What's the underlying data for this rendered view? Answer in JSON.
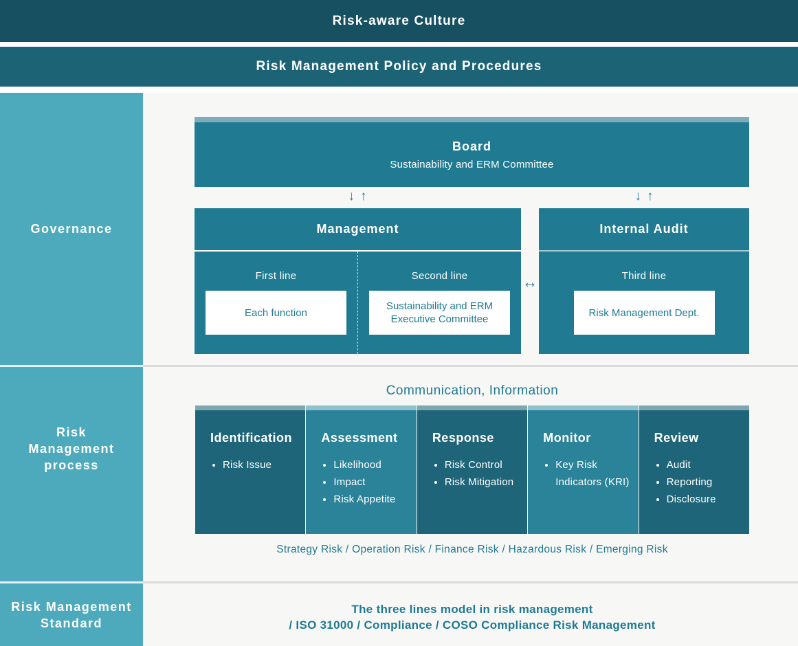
{
  "banners": {
    "culture": "Risk-aware Culture",
    "policy": "Risk Management Policy and Procedures"
  },
  "sidebar": {
    "governance": {
      "label": "Governance"
    },
    "process": {
      "lines": [
        "Risk",
        "Management",
        "process"
      ]
    },
    "standard": {
      "lines": [
        "Risk Management",
        "Standard"
      ]
    }
  },
  "icons": {
    "arrow_down": "↓",
    "arrow_up": "↑",
    "arrow_left_right": "↔"
  },
  "governance": {
    "board": {
      "title": "Board",
      "subtitle": "Sustainability and ERM Committee"
    },
    "management": {
      "title": "Management",
      "first_line": {
        "label": "First line",
        "box": "Each function"
      },
      "second_line": {
        "label": "Second line",
        "box": "Sustainability and ERM Executive Committee"
      }
    },
    "internal_audit": {
      "title": "Internal Audit",
      "third_line": {
        "label": "Third line",
        "box": "Risk Management Dept."
      }
    }
  },
  "process": {
    "heading": "Communication, Information",
    "columns": [
      {
        "title": "Identification",
        "tone": "dark",
        "items": [
          "Risk Issue"
        ]
      },
      {
        "title": "Assessment",
        "tone": "light",
        "items": [
          "Likelihood",
          "Impact",
          "Risk Appetite"
        ]
      },
      {
        "title": "Response",
        "tone": "dark",
        "items": [
          "Risk Control",
          "Risk Mitigation"
        ]
      },
      {
        "title": "Monitor",
        "tone": "light",
        "items": [
          "Key Risk Indicators (KRI)"
        ]
      },
      {
        "title": "Review",
        "tone": "dark",
        "items": [
          "Audit",
          "Reporting",
          "Disclosure"
        ]
      }
    ],
    "risk_types": "Strategy Risk / Operation Risk / Finance Risk / Hazardous Risk / Emerging Risk"
  },
  "standard": {
    "line1": "The three lines model in risk management",
    "line2": "/ ISO 31000 / Compliance / COSO Compliance Risk Management"
  },
  "colors": {
    "banner_dark": "#175060",
    "banner_teal": "#1b6375",
    "sidebar_teal": "#4daabd",
    "box_teal": "#1f7a92",
    "board_strip": "#7badbb",
    "column_dark": "#1f6579",
    "column_light": "#2b8399",
    "strip_dark": "#7ea7b1",
    "strip_light": "#90c2cd",
    "main_background": "#f7f7f6"
  }
}
